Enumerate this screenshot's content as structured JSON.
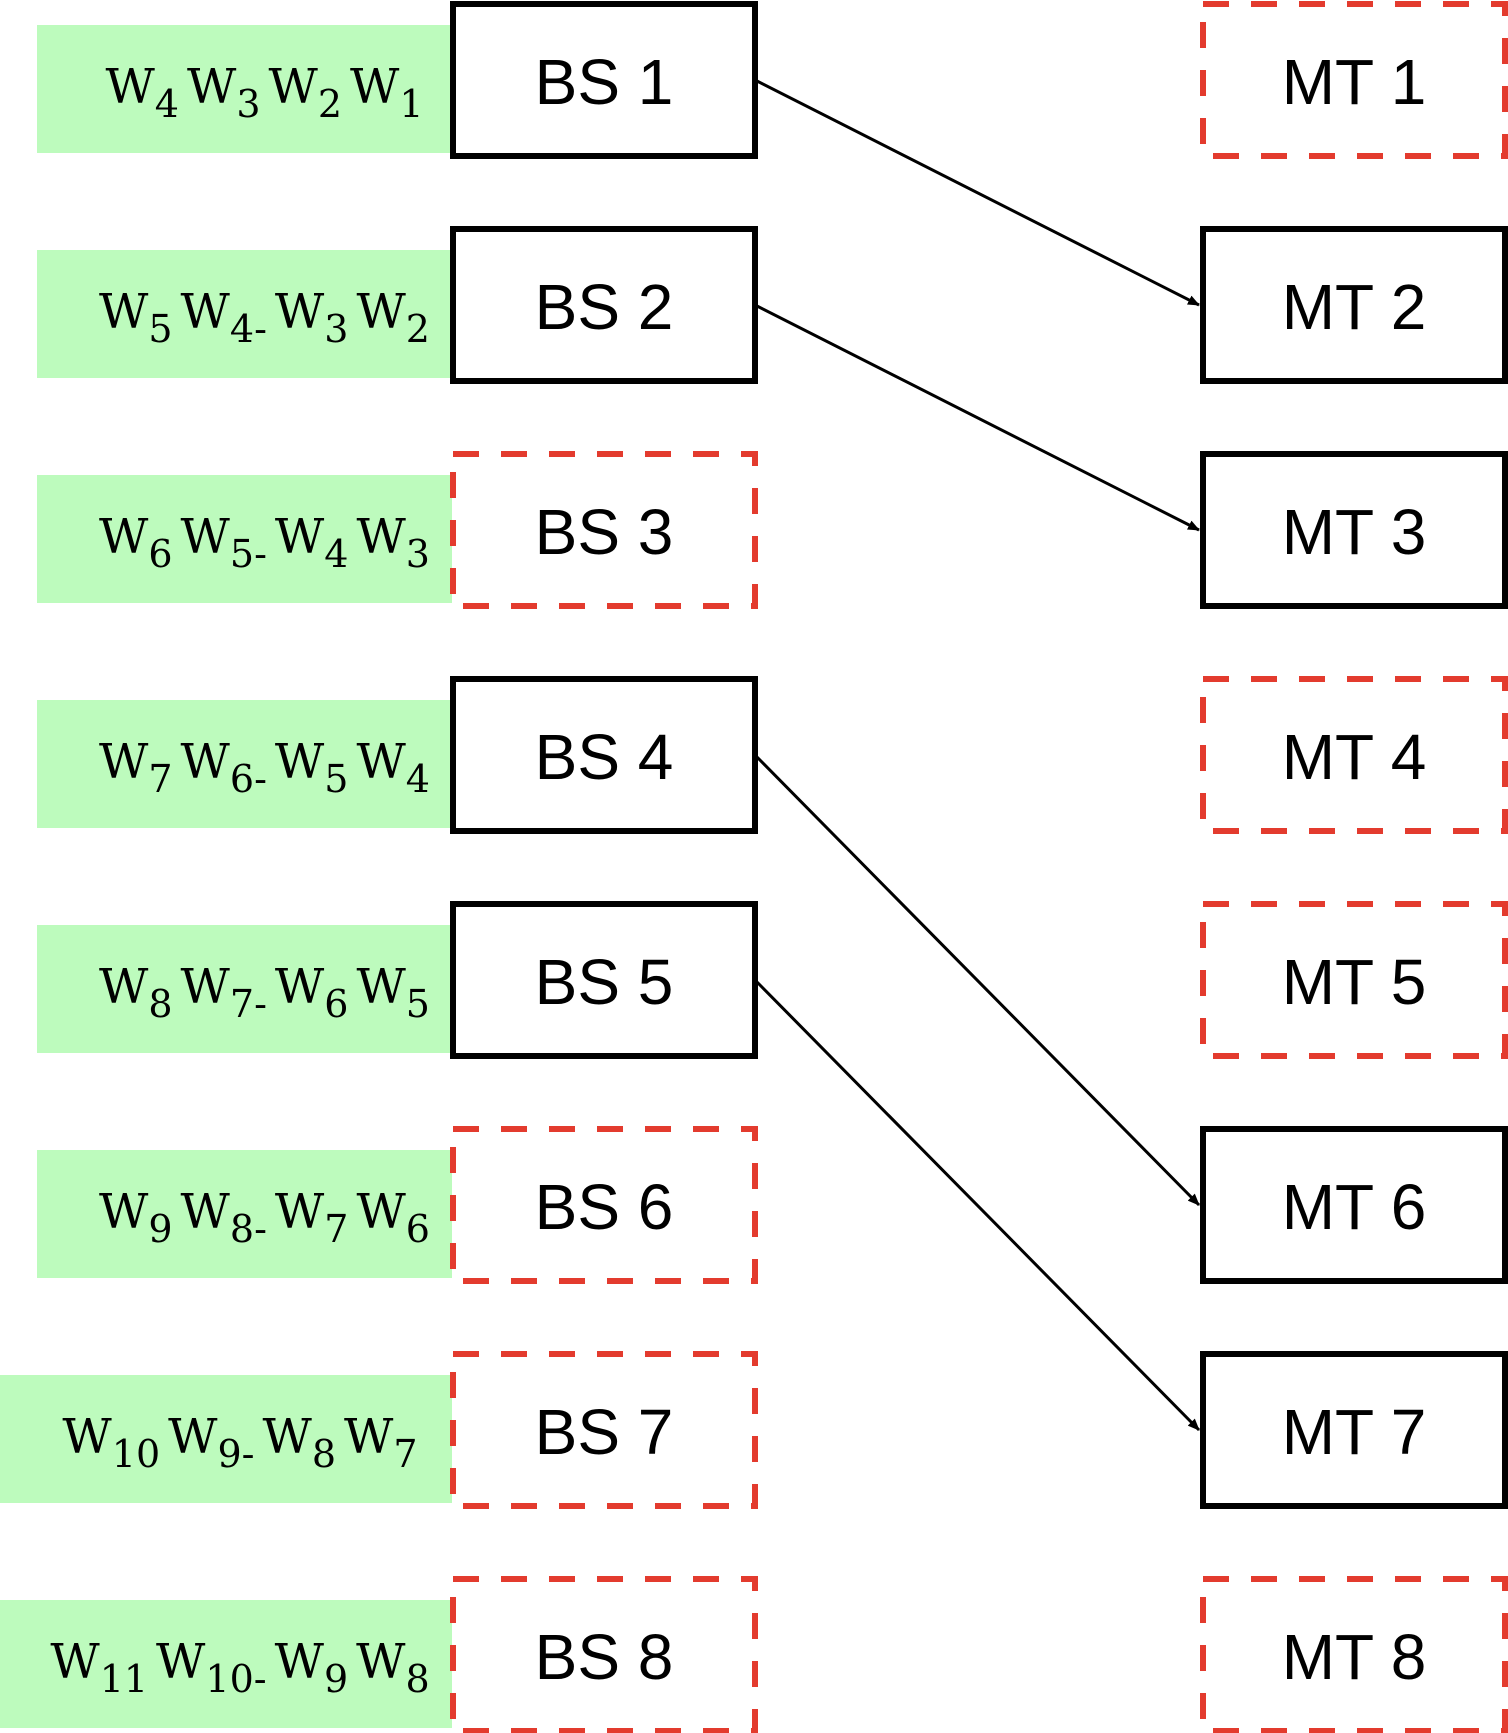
{
  "colors": {
    "active_border": "#000000",
    "inactive_border": "#e33b2e",
    "weight_fill": "#bdfbbd",
    "arrow": "#000000"
  },
  "weights": [
    {
      "parts": [
        {
          "base": "W",
          "sub": "4"
        },
        {
          "base": "W",
          "sub": "3"
        },
        {
          "base": "W",
          "sub": "2"
        },
        {
          "base": "W",
          "sub": "1"
        }
      ]
    },
    {
      "parts": [
        {
          "base": "W",
          "sub": "5"
        },
        {
          "base": "W",
          "sub": "4-"
        },
        {
          "base": "W",
          "sub": "3"
        },
        {
          "base": "W",
          "sub": "2"
        }
      ]
    },
    {
      "parts": [
        {
          "base": "W",
          "sub": "6"
        },
        {
          "base": "W",
          "sub": "5-"
        },
        {
          "base": "W",
          "sub": "4"
        },
        {
          "base": "W",
          "sub": "3"
        }
      ]
    },
    {
      "parts": [
        {
          "base": "W",
          "sub": "7"
        },
        {
          "base": "W",
          "sub": "6-"
        },
        {
          "base": "W",
          "sub": "5"
        },
        {
          "base": "W",
          "sub": "4"
        }
      ]
    },
    {
      "parts": [
        {
          "base": "W",
          "sub": "8"
        },
        {
          "base": "W",
          "sub": "7-"
        },
        {
          "base": "W",
          "sub": "6"
        },
        {
          "base": "W",
          "sub": "5"
        }
      ]
    },
    {
      "parts": [
        {
          "base": "W",
          "sub": "9"
        },
        {
          "base": "W",
          "sub": "8-"
        },
        {
          "base": "W",
          "sub": "7"
        },
        {
          "base": "W",
          "sub": "6"
        }
      ]
    },
    {
      "parts": [
        {
          "base": "W",
          "sub": "10"
        },
        {
          "base": "W",
          "sub": "9-"
        },
        {
          "base": "W",
          "sub": "8"
        },
        {
          "base": "W",
          "sub": "7"
        }
      ]
    },
    {
      "parts": [
        {
          "base": "W",
          "sub": "11"
        },
        {
          "base": "W",
          "sub": "10-"
        },
        {
          "base": "W",
          "sub": "9"
        },
        {
          "base": "W",
          "sub": "8"
        }
      ]
    }
  ],
  "base_stations": [
    {
      "label": "BS 1",
      "active": true
    },
    {
      "label": "BS 2",
      "active": true
    },
    {
      "label": "BS 3",
      "active": false
    },
    {
      "label": "BS 4",
      "active": true
    },
    {
      "label": "BS 5",
      "active": true
    },
    {
      "label": "BS 6",
      "active": false
    },
    {
      "label": "BS 7",
      "active": false
    },
    {
      "label": "BS 8",
      "active": false
    }
  ],
  "terminals": [
    {
      "label": "MT 1",
      "active": false
    },
    {
      "label": "MT 2",
      "active": true
    },
    {
      "label": "MT 3",
      "active": true
    },
    {
      "label": "MT 4",
      "active": false
    },
    {
      "label": "MT 5",
      "active": false
    },
    {
      "label": "MT 6",
      "active": true
    },
    {
      "label": "MT 7",
      "active": true
    },
    {
      "label": "MT 8",
      "active": false
    }
  ],
  "links": [
    {
      "from": "BS 1",
      "to": "MT 2"
    },
    {
      "from": "BS 2",
      "to": "MT 3"
    },
    {
      "from": "BS 4",
      "to": "MT 6"
    },
    {
      "from": "BS 5",
      "to": "MT 7"
    }
  ]
}
